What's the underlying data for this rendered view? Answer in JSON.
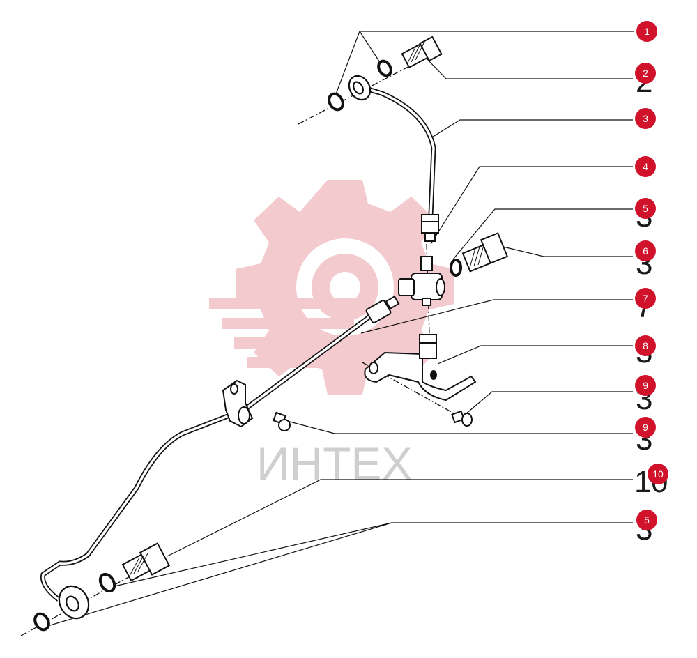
{
  "watermark": {
    "text": "ИНТЕХ"
  },
  "colors": {
    "callout": "#d0122b",
    "line": "#111111",
    "watermark_logo": "#f2c5c9"
  },
  "callouts": [
    {
      "id": "c1",
      "label": "1"
    },
    {
      "id": "c2",
      "label": "2"
    },
    {
      "id": "c3",
      "label": "3"
    },
    {
      "id": "c4",
      "label": "4"
    },
    {
      "id": "c5a",
      "label": "5"
    },
    {
      "id": "c6",
      "label": "6"
    },
    {
      "id": "c7",
      "label": "7"
    },
    {
      "id": "c8",
      "label": "8"
    },
    {
      "id": "c9a",
      "label": "9"
    },
    {
      "id": "c9b",
      "label": "9"
    },
    {
      "id": "c10",
      "label": "10"
    },
    {
      "id": "c5b",
      "label": "5"
    }
  ]
}
